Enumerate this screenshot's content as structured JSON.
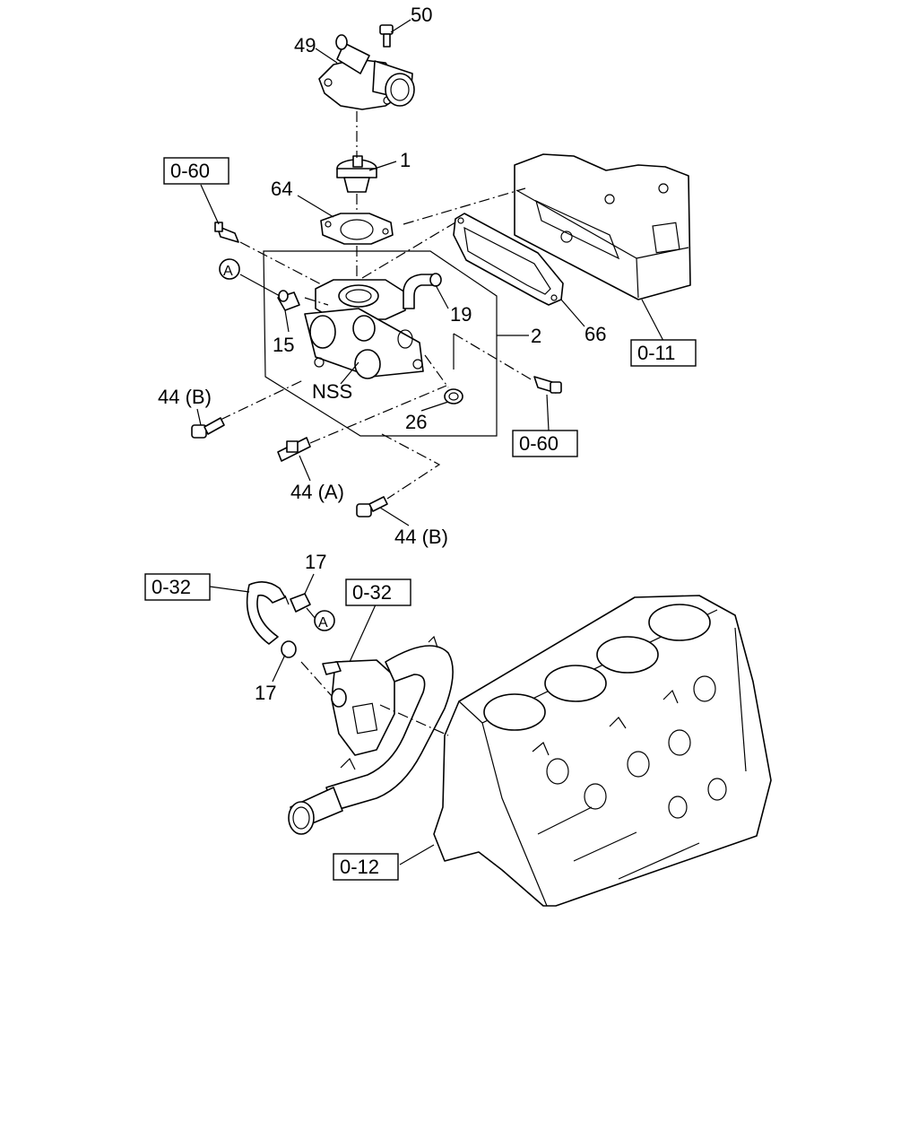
{
  "callouts": {
    "c1": "1",
    "c2": "2",
    "c15": "15",
    "c17a": "17",
    "c17b": "17",
    "c19": "19",
    "c26": "26",
    "c44a": "44 (A)",
    "c44b1": "44 (B)",
    "c44b2": "44 (B)",
    "c49": "49",
    "c50": "50",
    "c64": "64",
    "c66": "66",
    "nss": "NSS"
  },
  "circle_marks": {
    "a_top": "A",
    "a_bottom": "A"
  },
  "references": {
    "r060_top": "0-60",
    "r060_right": "0-60",
    "r011": "0-11",
    "r032_left": "0-32",
    "r032_mid": "0-32",
    "r012": "0-12"
  }
}
